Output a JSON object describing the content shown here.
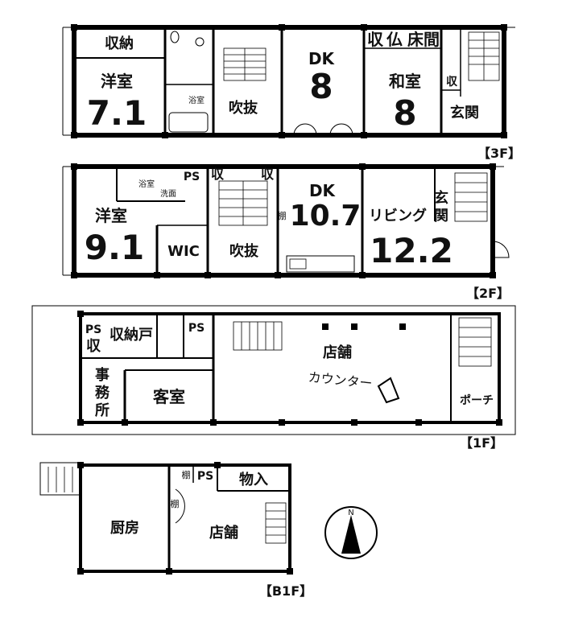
{
  "floors": {
    "f3": {
      "label": "【3F】",
      "rooms": {
        "storage_top": "収納",
        "western": "洋室",
        "western_size": "7.1",
        "bath": "浴室",
        "void": "吹抜",
        "dk": "DK",
        "dk_size": "8",
        "storage": "収",
        "altar": "仏",
        "alcove": "床間",
        "japanese": "和室",
        "japanese_size": "8",
        "storage_small": "収",
        "entrance": "玄関"
      }
    },
    "f2": {
      "label": "【2F】",
      "rooms": {
        "bath": "浴室",
        "washroom": "洗面",
        "ps": "PS",
        "storage_a": "収",
        "storage_b": "収",
        "western": "洋室",
        "western_size": "9.1",
        "wic": "WIC",
        "void": "吹抜",
        "shelf": "棚",
        "dk": "DK",
        "dk_size": "10.7",
        "living": "リビング",
        "living_size": "12.2",
        "entrance_1": "玄",
        "entrance_2": "関"
      }
    },
    "f1": {
      "label": "【1F】",
      "rooms": {
        "ps_left": "PS",
        "storage_left": "収",
        "storage_closet": "収納戸",
        "ps_right": "PS",
        "office_1": "事",
        "office_2": "務",
        "office_3": "所",
        "guest": "客室",
        "shop": "店舗",
        "counter": "カウンター",
        "porch": "ポーチ"
      }
    },
    "b1": {
      "label": "【B1F】",
      "rooms": {
        "kitchen": "厨房",
        "shelf_a": "棚",
        "ps": "PS",
        "storage": "物入",
        "shelf_b": "棚",
        "shop": "店舗"
      }
    }
  },
  "compass": {
    "north_label": "N"
  }
}
